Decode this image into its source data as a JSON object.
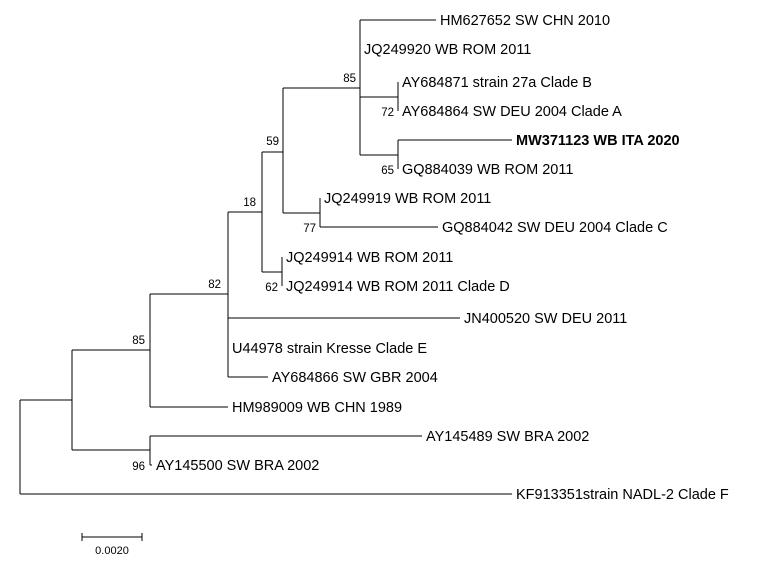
{
  "taxa": [
    {
      "id": "hm627652",
      "label": "HM627652 SW CHN 2010",
      "bold": false
    },
    {
      "id": "jq249920",
      "label": "JQ249920 WB ROM 2011",
      "bold": false
    },
    {
      "id": "ay684871",
      "label": "AY684871 strain 27a Clade B",
      "bold": false
    },
    {
      "id": "ay684864",
      "label": "AY684864 SW DEU 2004 Clade A",
      "bold": false
    },
    {
      "id": "mw371123",
      "label": "MW371123 WB ITA 2020",
      "bold": true
    },
    {
      "id": "gq884039",
      "label": "GQ884039 WB ROM 2011",
      "bold": false
    },
    {
      "id": "jq249919",
      "label": "JQ249919 WB ROM 2011",
      "bold": false
    },
    {
      "id": "gq884042",
      "label": "GQ884042 SW DEU 2004 Clade C",
      "bold": false
    },
    {
      "id": "jq249914a",
      "label": "JQ249914 WB ROM 2011",
      "bold": false
    },
    {
      "id": "jq249914b",
      "label": "JQ249914 WB ROM 2011 Clade D",
      "bold": false
    },
    {
      "id": "jn400520",
      "label": "JN400520 SW DEU 2011",
      "bold": false
    },
    {
      "id": "u44978",
      "label": "U44978 strain Kresse Clade E",
      "bold": false
    },
    {
      "id": "ay684866",
      "label": "AY684866 SW GBR 2004",
      "bold": false
    },
    {
      "id": "hm989009",
      "label": "HM989009 WB CHN 1989",
      "bold": false
    },
    {
      "id": "ay145489",
      "label": "AY145489 SW BRA 2002",
      "bold": false
    },
    {
      "id": "ay145500",
      "label": "AY145500 SW BRA 2002",
      "bold": false
    },
    {
      "id": "kf913351",
      "label": "KF913351strain NADL-2 Clade F",
      "bold": false
    }
  ],
  "bootstrap": {
    "n85_top": "85",
    "n72": "72",
    "n65": "65",
    "n59": "59",
    "n18": "18",
    "n77": "77",
    "n62": "62",
    "n82": "82",
    "n85_bottom": "85",
    "n96": "96"
  },
  "scale_bar": {
    "value": 0.002,
    "label": "0.0020"
  }
}
